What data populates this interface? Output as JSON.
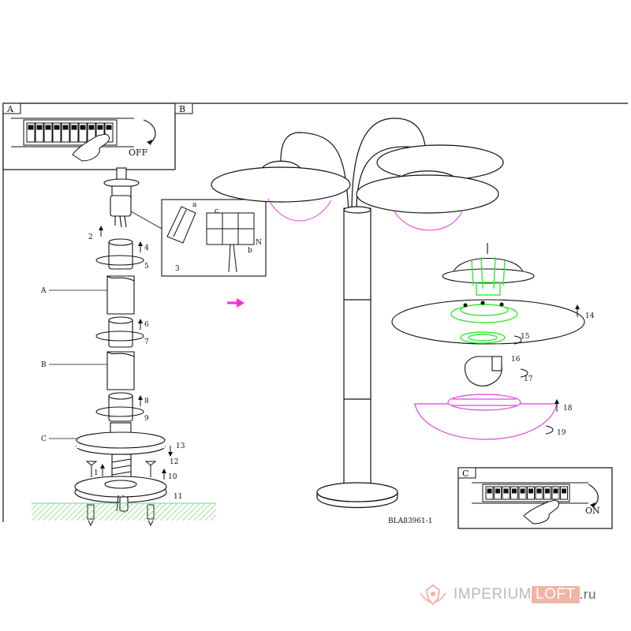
{
  "panels": {
    "a": {
      "letter": "A",
      "switch_label": "OFF"
    },
    "b": {
      "letter": "B"
    },
    "c": {
      "letter": "C",
      "switch_label": "ON"
    }
  },
  "parts": {
    "pole_a": "A",
    "pole_b": "B",
    "base_c": "C"
  },
  "detail_labels": {
    "a": "a",
    "b": "b",
    "c": "c",
    "n": "N"
  },
  "step_numbers": {
    "s2": "2",
    "s3": "3",
    "s4": "4",
    "s5": "5",
    "s6": "6",
    "s7": "7",
    "s8": "8",
    "s9": "9",
    "s10": "10",
    "s11": "11",
    "s12": "12",
    "s13": "13",
    "s14": "14",
    "s15": "15",
    "s16": "16",
    "s17": "17",
    "s18": "18",
    "s19": "19",
    "s1": "1"
  },
  "model_code": "BLA83961-1",
  "brand": {
    "name_main": "IMPERIUM",
    "name_accent": "LOFT",
    "tld": ".ru"
  },
  "colors": {
    "line": "#111111",
    "highlight_green": "#39e639",
    "highlight_magenta": "#e040e0",
    "arrow_magenta": "#ff2bd6",
    "ground_green": "#7bd67b",
    "brand_pink": "#f3b3a5"
  },
  "icons": [
    "hand-icon",
    "rotate-arrow-icon",
    "screw-icon",
    "bulb-icon",
    "direction-arrow-icon",
    "brand-emblem-icon"
  ]
}
